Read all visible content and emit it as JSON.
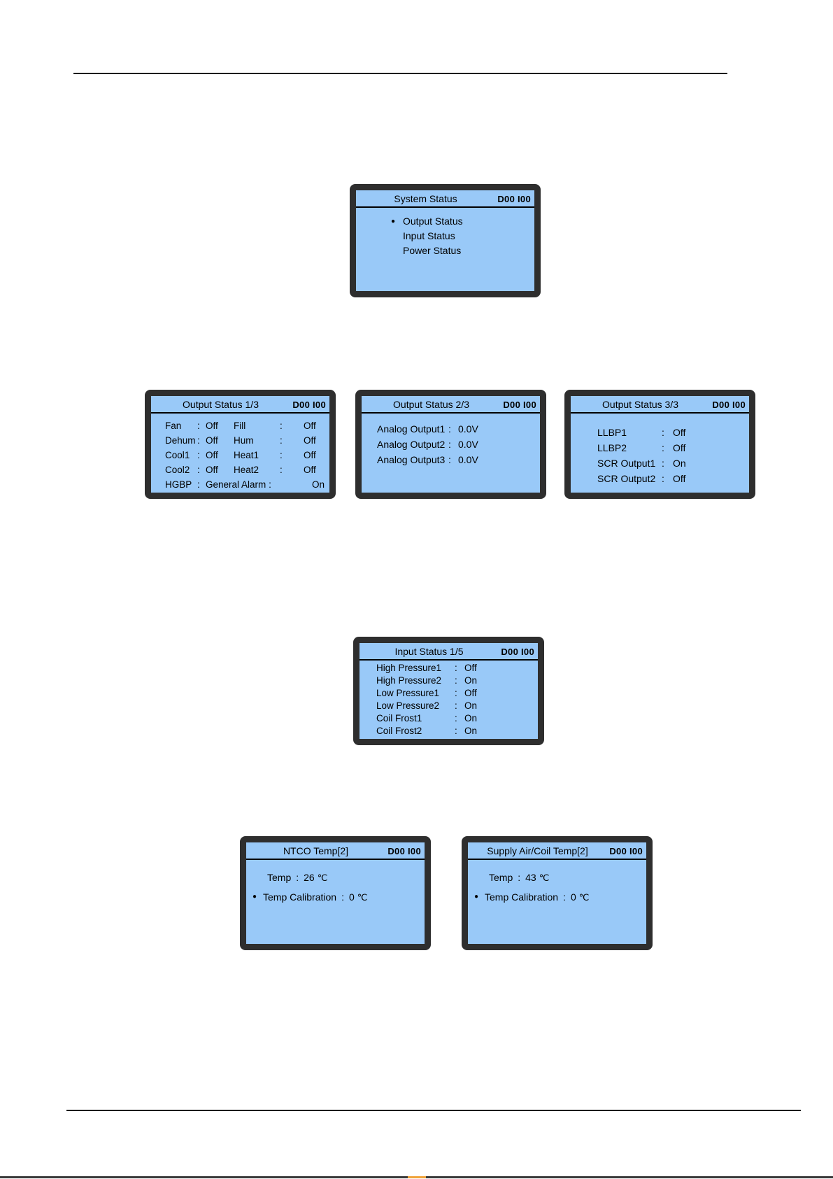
{
  "colors": {
    "screen_bg": "#99c9f8",
    "screen_frame": "#2e2e2e",
    "rule": "#141414",
    "footer_bar": "#3a3a3a",
    "footer_mark": "#f0a43c"
  },
  "screens": {
    "system_status": {
      "title": "System Status",
      "badge": "D00 I00",
      "items": [
        {
          "bullet": "●",
          "label": "Output Status"
        },
        {
          "bullet": "",
          "label": "Input Status"
        },
        {
          "bullet": "",
          "label": "Power Status"
        }
      ]
    },
    "output_status_1": {
      "title": "Output Status 1/3",
      "badge": "D00 I00",
      "rows": [
        {
          "l1": "Fan",
          "c1": ":",
          "v1": "Off",
          "l2": "Fill",
          "c2": ":",
          "v2": "Off"
        },
        {
          "l1": "Dehum",
          "c1": ":",
          "v1": "Off",
          "l2": "Hum",
          "c2": ":",
          "v2": "Off"
        },
        {
          "l1": "Cool1",
          "c1": ":",
          "v1": "Off",
          "l2": "Heat1",
          "c2": ":",
          "v2": "Off"
        },
        {
          "l1": "Cool2",
          "c1": ":",
          "v1": "Off",
          "l2": "Heat2",
          "c2": ":",
          "v2": "Off"
        }
      ],
      "alarm_row": {
        "l1": "HGBP",
        "c1": ":",
        "l2": "General Alarm",
        "c2": ":",
        "v2": "On"
      }
    },
    "output_status_2": {
      "title": "Output Status 2/3",
      "badge": "D00 I00",
      "rows": [
        {
          "label": "Analog Output1",
          "colon": ":",
          "value": "0.0V"
        },
        {
          "label": "Analog Output2",
          "colon": ":",
          "value": "0.0V"
        },
        {
          "label": "Analog Output3",
          "colon": ":",
          "value": "0.0V"
        }
      ]
    },
    "output_status_3": {
      "title": "Output Status 3/3",
      "badge": "D00 I00",
      "rows": [
        {
          "label": "LLBP1",
          "colon": ":",
          "value": "Off"
        },
        {
          "label": "LLBP2",
          "colon": ":",
          "value": "Off"
        },
        {
          "label": "SCR Output1",
          "colon": ":",
          "value": "On"
        },
        {
          "label": "SCR Output2",
          "colon": ":",
          "value": "Off"
        }
      ]
    },
    "input_status_1": {
      "title": "Input Status 1/5",
      "badge": "D00 I00",
      "rows": [
        {
          "label": "High Pressure1",
          "colon": ":",
          "value": "Off"
        },
        {
          "label": "High Pressure2",
          "colon": ":",
          "value": "On"
        },
        {
          "label": "Low Pressure1",
          "colon": ":",
          "value": "Off"
        },
        {
          "label": "Low Pressure2",
          "colon": ":",
          "value": "On"
        },
        {
          "label": "Coil Frost1",
          "colon": ":",
          "value": "On"
        },
        {
          "label": "Coil Frost2",
          "colon": ":",
          "value": "On"
        }
      ]
    },
    "ntco_temp": {
      "title": "NTCO Temp[2]",
      "badge": "D00 I00",
      "temp_label": "Temp",
      "temp_colon": ":",
      "temp_value": "26",
      "temp_unit": "℃",
      "cal_bullet": "●",
      "cal_label": "Temp Calibration",
      "cal_colon": ":",
      "cal_value": "0",
      "cal_unit": "℃"
    },
    "supply_temp": {
      "title": "Supply Air/Coil Temp[2]",
      "badge": "D00 I00",
      "temp_label": "Temp",
      "temp_colon": ":",
      "temp_value": "43",
      "temp_unit": "℃",
      "cal_bullet": "●",
      "cal_label": "Temp Calibration",
      "cal_colon": ":",
      "cal_value": "0",
      "cal_unit": "℃"
    }
  }
}
